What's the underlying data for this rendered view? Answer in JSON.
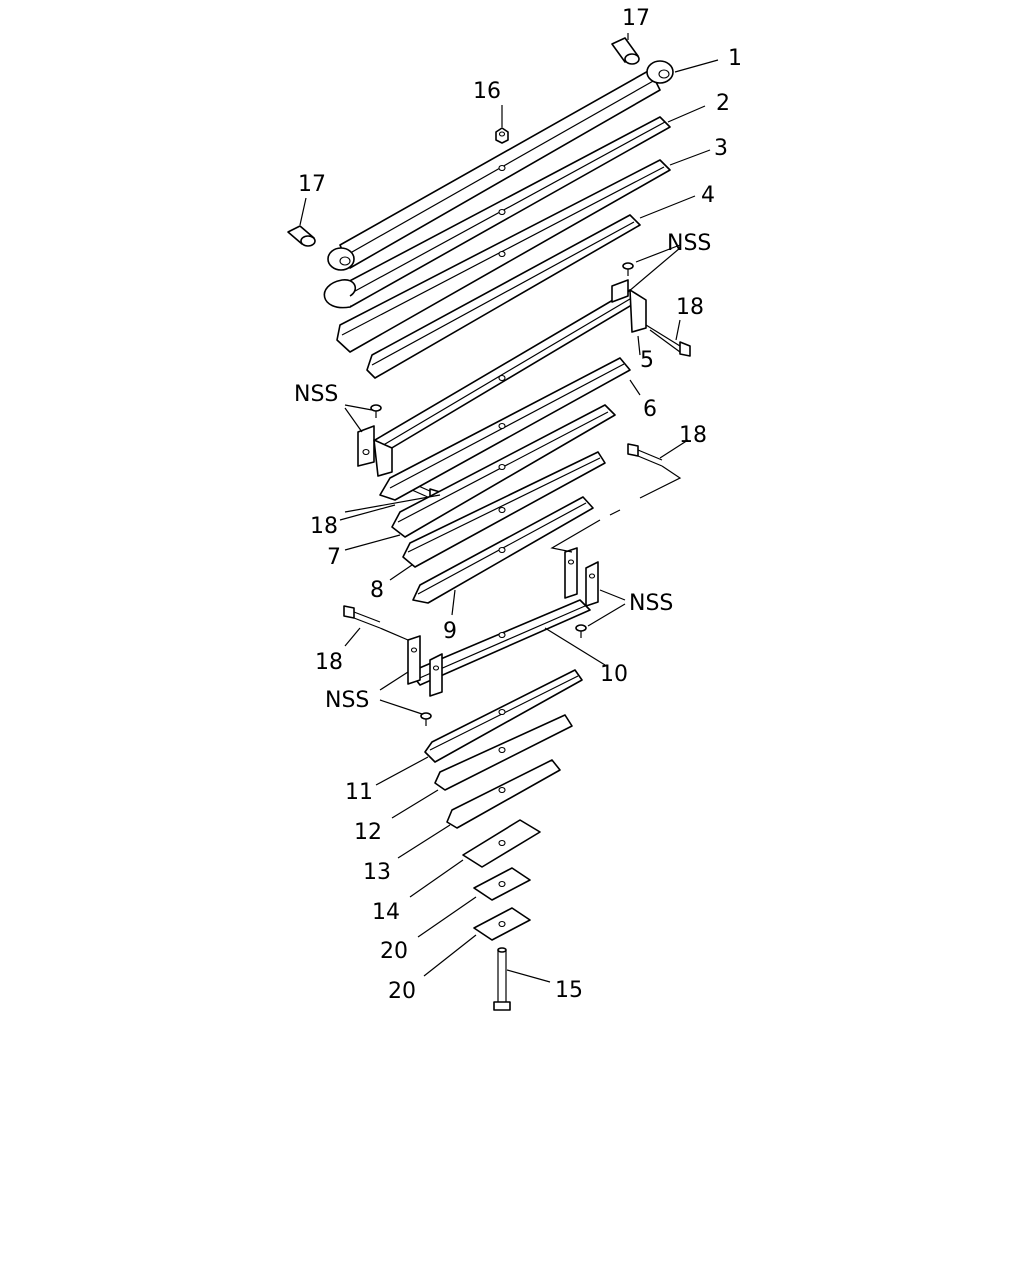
{
  "callouts": {
    "c1": "1",
    "c2": "2",
    "c3": "3",
    "c4": "4",
    "c5": "5",
    "c6": "6",
    "c7": "7",
    "c8": "8",
    "c9": "9",
    "c10": "10",
    "c11": "11",
    "c12": "12",
    "c13": "13",
    "c14": "14",
    "c15": "15",
    "c16": "16",
    "c17a": "17",
    "c17b": "17",
    "c18a": "18",
    "c18b": "18",
    "c18c": "18",
    "c18d": "18",
    "c20a": "20",
    "c20b": "20",
    "nss1": "NSS",
    "nss2": "NSS",
    "nss3": "NSS",
    "nss4": "NSS"
  }
}
